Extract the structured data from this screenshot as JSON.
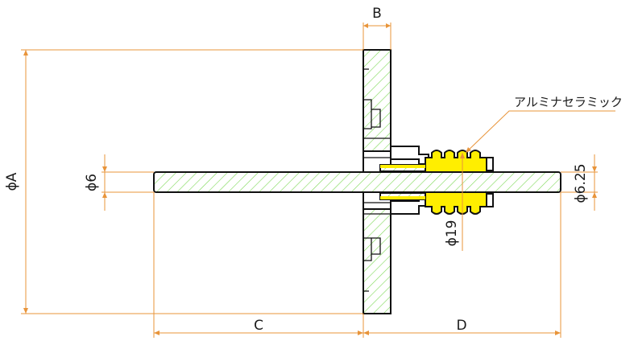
{
  "dimensions": {
    "flange_thickness": "B",
    "flange_diameter": "ϕA",
    "left_length": "C",
    "right_length": "D",
    "rod_diameter": "ϕ6",
    "tube_diameter": "ϕ6.25",
    "insulator_diameter": "ϕ19"
  },
  "callout": {
    "material": "アルミナセラミック"
  },
  "colors": {
    "dimension_line": "#e8943a",
    "hatch": "#7ed957",
    "ceramic": "#ffee00",
    "outline": "#111111"
  }
}
